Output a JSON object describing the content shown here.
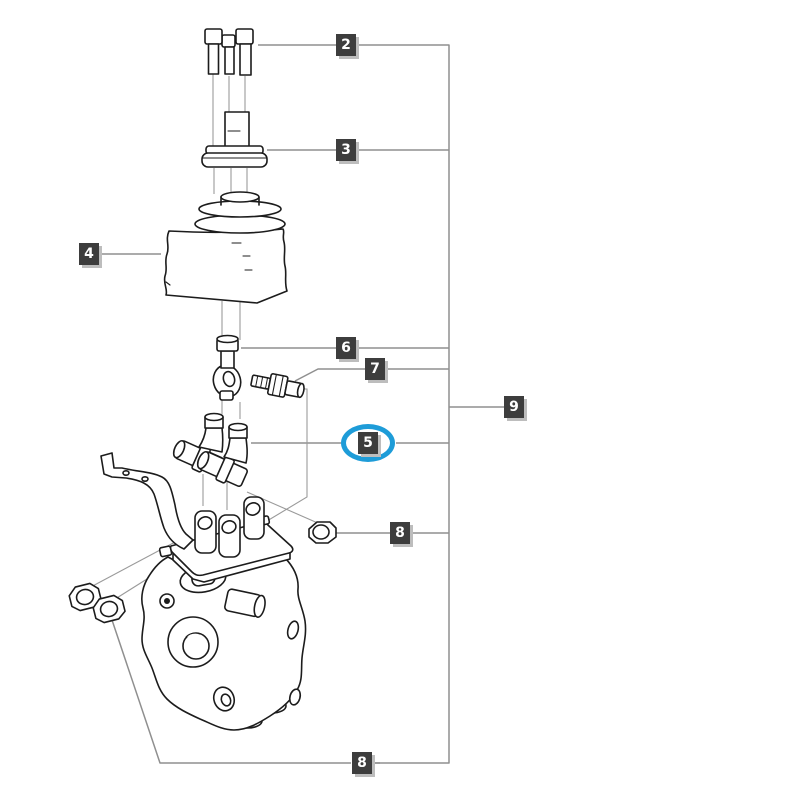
{
  "diagram": {
    "type": "exploded-parts-diagram",
    "background": "#ffffff",
    "highlight_color": "#1e9cd8",
    "badge": {
      "bg": "#3d3d3d",
      "fg": "#ffffff",
      "shadow": "#bdbdbd"
    },
    "line_colors": {
      "leader": "#8f8f8f",
      "part": "#1c1c1c",
      "centerline": "#9a9a9a"
    },
    "callouts": [
      {
        "id": "2",
        "text": "2"
      },
      {
        "id": "3",
        "text": "3"
      },
      {
        "id": "4",
        "text": "4"
      },
      {
        "id": "6",
        "text": "6"
      },
      {
        "id": "7",
        "text": "7"
      },
      {
        "id": "5",
        "text": "5",
        "highlighted": true
      },
      {
        "id": "9",
        "text": "9"
      },
      {
        "id": "8a",
        "text": "8"
      },
      {
        "id": "8b",
        "text": "8"
      }
    ]
  }
}
